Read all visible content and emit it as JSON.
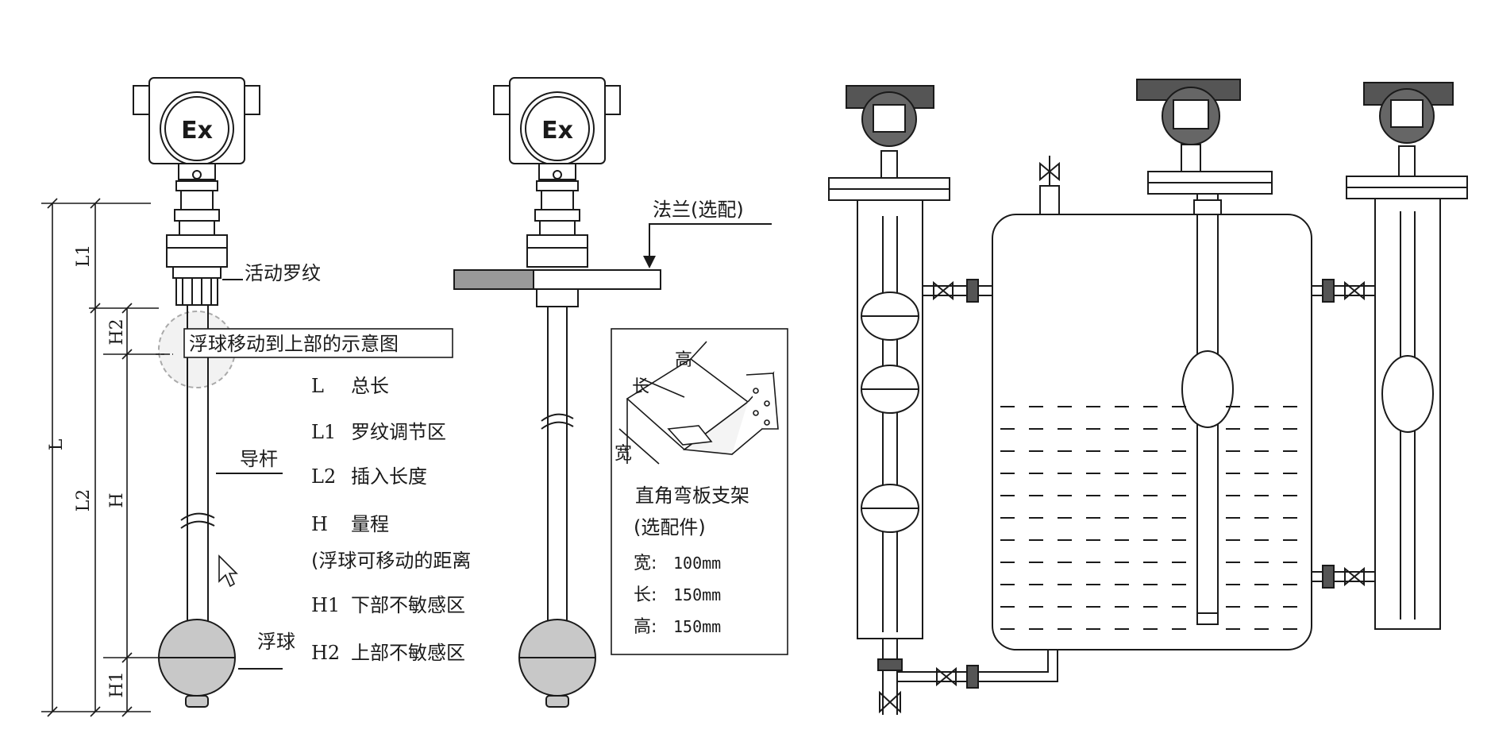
{
  "left_diagram": {
    "head_label": "Ex",
    "dim_labels": {
      "L": "L",
      "L1": "L1",
      "L2": "L2",
      "H": "H",
      "H1": "H1",
      "H2": "H2"
    },
    "callouts": {
      "thread": "活动罗纹",
      "upper_float_note": "浮球移动到上部的示意图",
      "guide_rod": "导杆",
      "float": "浮球"
    },
    "legend": [
      {
        "code": "L",
        "desc": "总长"
      },
      {
        "code": "L1",
        "desc": "罗纹调节区"
      },
      {
        "code": "L2",
        "desc": "插入长度"
      },
      {
        "code": "H",
        "desc": "量程"
      },
      {
        "code": "",
        "desc": "(浮球可移动的距离"
      },
      {
        "code": "H1",
        "desc": "下部不敏感区"
      },
      {
        "code": "H2",
        "desc": "上部不敏感区"
      }
    ]
  },
  "middle_diagram": {
    "head_label": "Ex",
    "flange_label": "法兰(选配)",
    "bracket_box": {
      "label_high": "高",
      "label_long": "长",
      "label_wide": "宽",
      "title": "直角弯板支架",
      "subtitle": "(选配件)",
      "specs": [
        {
          "label": "宽:",
          "value": "100mm"
        },
        {
          "label": "长:",
          "value": "150mm"
        },
        {
          "label": "高:",
          "value": "150mm"
        }
      ]
    }
  },
  "colors": {
    "line": "#1a1a1a",
    "ball": "#c8c8c8",
    "head": "#555555",
    "paper": "#ffffff"
  }
}
